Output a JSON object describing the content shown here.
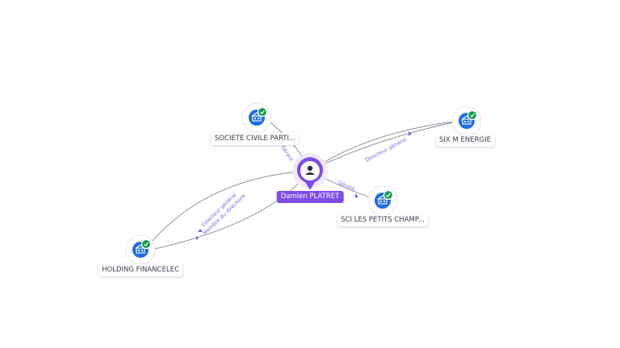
{
  "person": {
    "name": "Damien PLATRET",
    "icon": "person-icon",
    "color": "#7d4de8"
  },
  "companies": [
    {
      "name": "SOCIETE CIVILE PARTI...",
      "icon": "building-icon",
      "verified": true
    },
    {
      "name": "SIX M ENERGIE",
      "icon": "building-icon",
      "verified": true
    },
    {
      "name": "SCI LES PETITS CHAMP...",
      "icon": "building-icon",
      "verified": true
    },
    {
      "name": "HOLDING FINANCELEC",
      "icon": "building-icon",
      "verified": true
    }
  ],
  "relations": [
    {
      "target": "SOCIETE CIVILE PARTI...",
      "label": "Gérant"
    },
    {
      "target": "SIX M ENERGIE",
      "label": "Directeur général"
    },
    {
      "target": "SCI LES PETITS CHAMP...",
      "label": "Gérant"
    },
    {
      "target": "HOLDING FINANCELEC",
      "label": "Directeur général"
    },
    {
      "target": "HOLDING FINANCELEC",
      "label": "Membre du directoire"
    }
  ],
  "colors": {
    "company": "#1f6fe0",
    "verified": "#1a9b4c",
    "edge": "#8a8d9a",
    "edge_label": "#7b68d6"
  }
}
